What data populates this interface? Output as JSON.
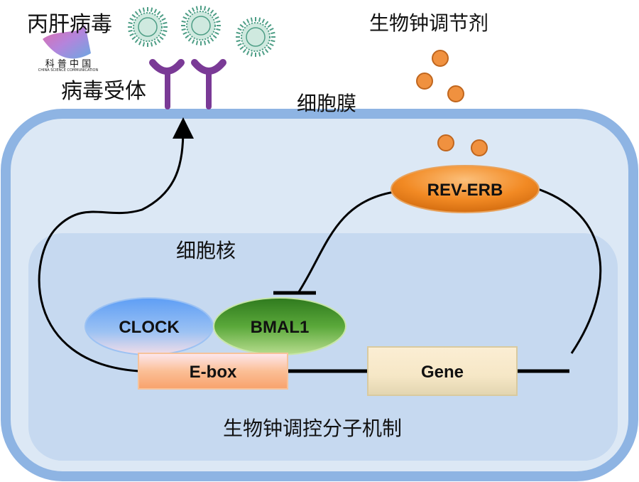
{
  "labels": {
    "virus_title": "丙肝病毒",
    "logo_cn": "科 普 中 国",
    "logo_en": "CHINA SCIENCE COMMUNICATION",
    "receptor": "病毒受体",
    "membrane": "细胞膜",
    "regulator": "生物钟调节剂",
    "nucleus": "细胞核",
    "mechanism": "生物钟调控分子机制"
  },
  "proteins": {
    "rev_erb": "REV-ERB",
    "clock": "CLOCK",
    "bmal1": "BMAL1",
    "ebox": "E-box",
    "gene": "Gene"
  },
  "colors": {
    "membrane": "#8eb4e3",
    "cytoplasm": "#dce8f5",
    "nucleus": "#c6d9f0",
    "receptor": "#7a3a96",
    "regulator": "#f0913f",
    "virus": "#4e9e86"
  }
}
